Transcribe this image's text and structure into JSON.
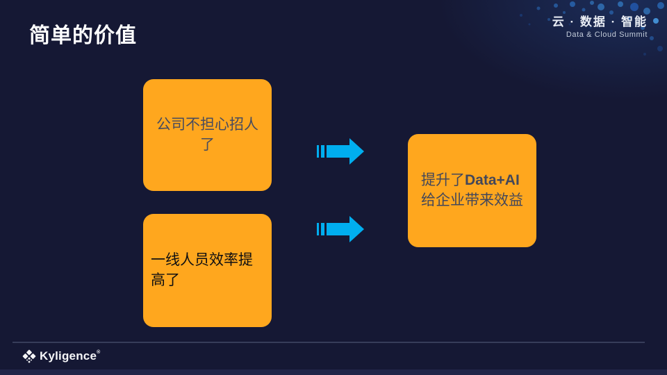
{
  "slide": {
    "title": "简单的价值"
  },
  "summit_badge": {
    "cn": "云 · 数据 · 智能",
    "en": "Data & Cloud Summit"
  },
  "flow": {
    "box_top_left": "公司不担心招人了",
    "box_bottom_left": "一线人员效率提高了",
    "box_right_prefix": "提升了",
    "box_right_bold": "Data+AI",
    "box_right_line2": "给企业带来效益"
  },
  "footer": {
    "brand": "Kyligence",
    "trademark": "®"
  },
  "colors": {
    "background": "#151834",
    "box_orange": "#FFA71E",
    "arrow_blue": "#00AEEF",
    "title_white": "#FFFFFF",
    "divider": "#3D4461",
    "dot_blue_bright": "#4AA0E8",
    "dot_blue_mid": "#2F7FD9",
    "dot_blue_dim": "#1D4F9E"
  }
}
